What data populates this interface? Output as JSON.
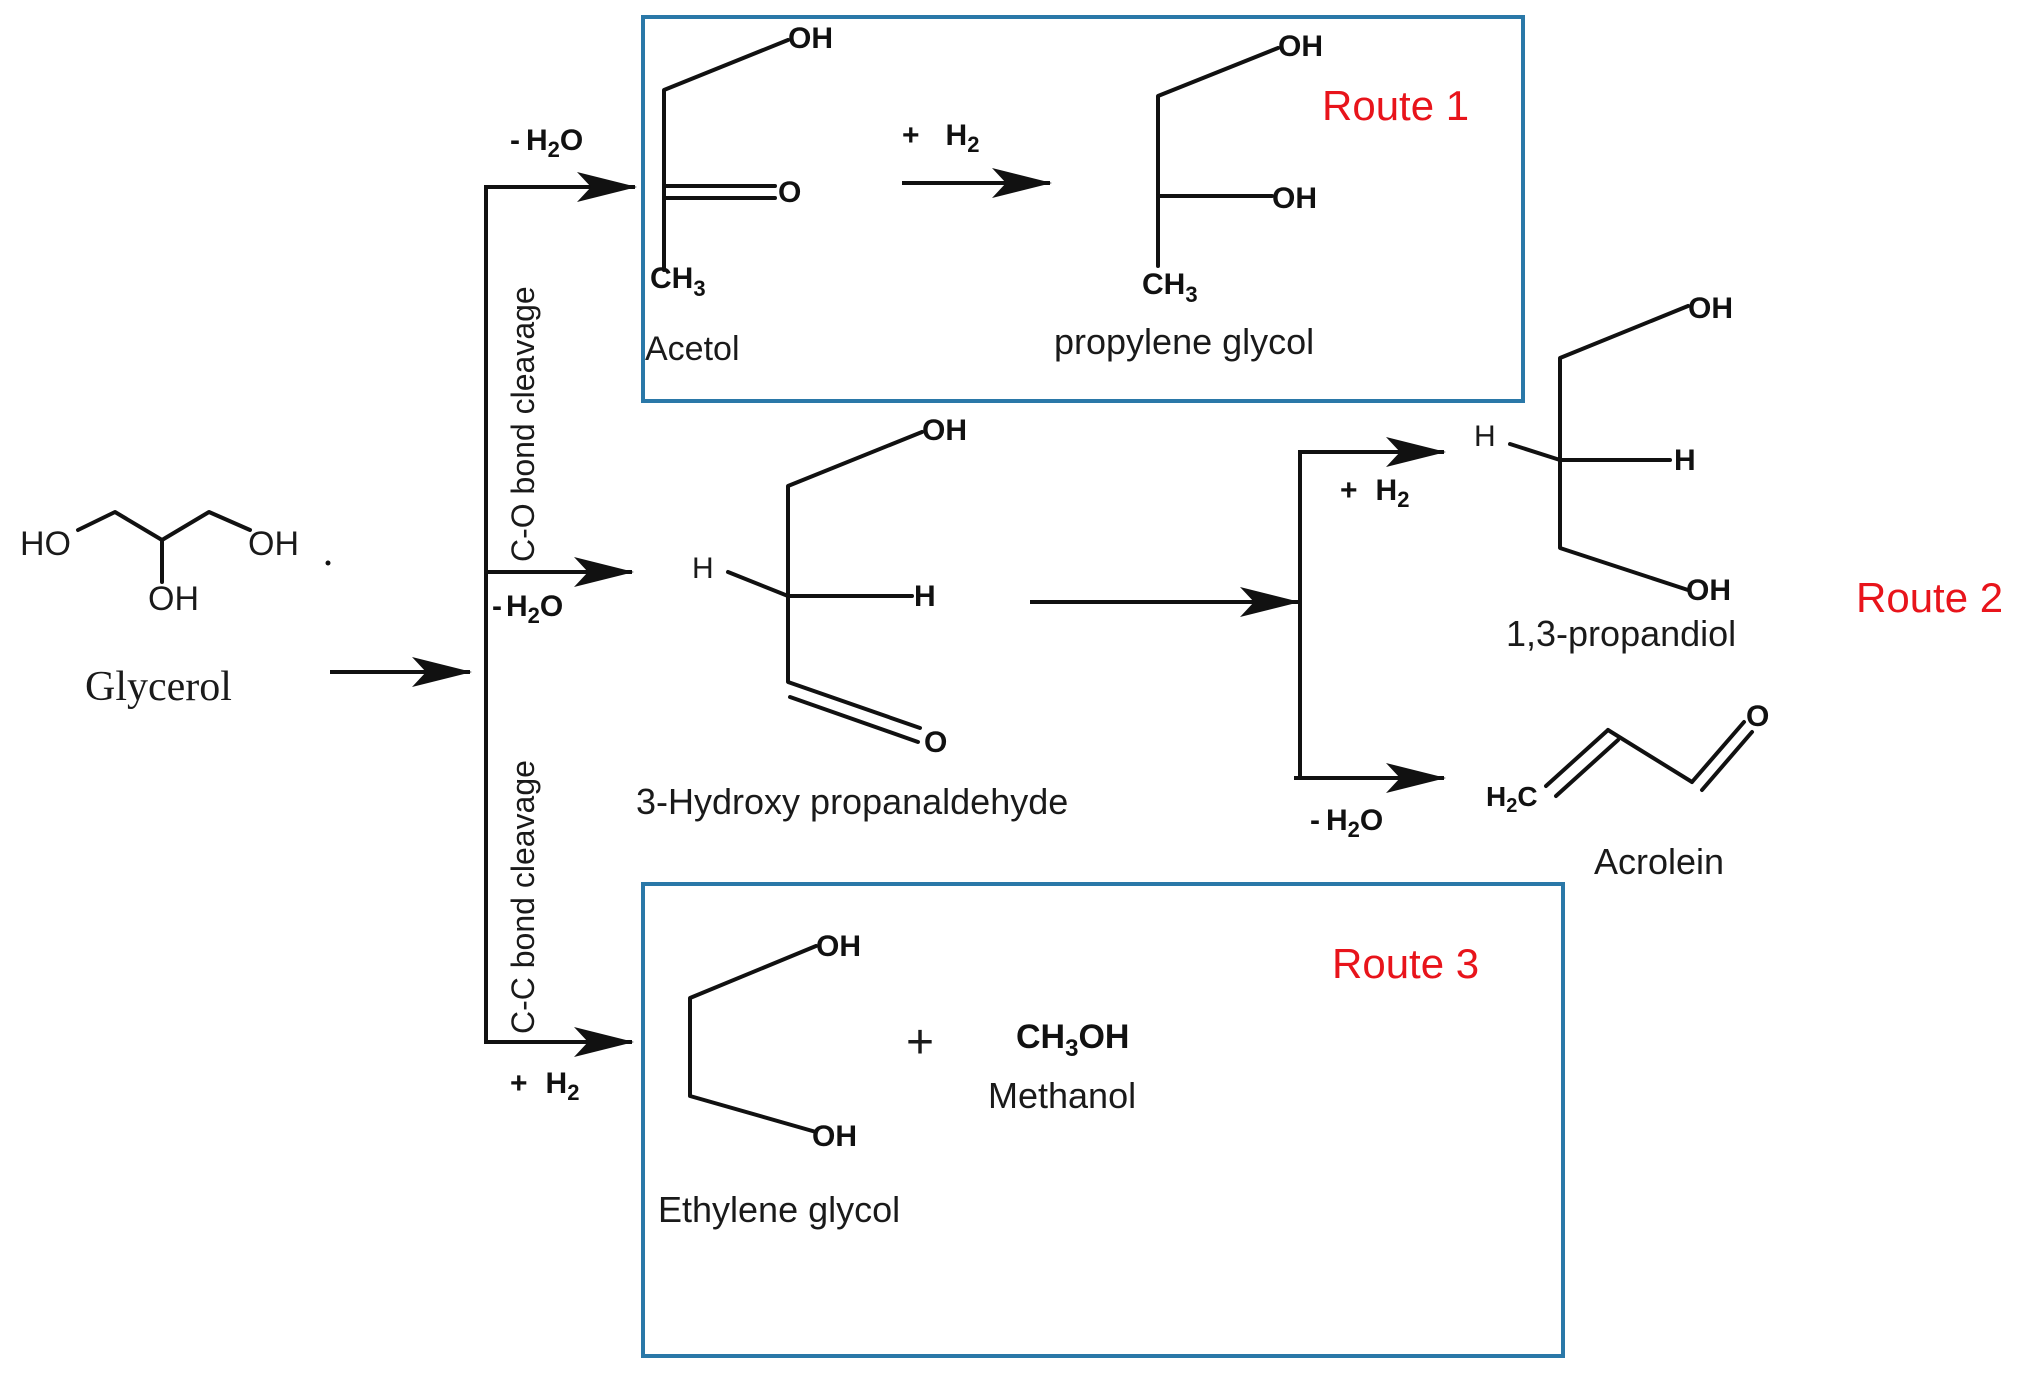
{
  "compounds": {
    "glycerol": {
      "name": "Glycerol",
      "ho_left": "HO",
      "oh_right": "OH",
      "oh_bottom": "OH"
    },
    "acetol": {
      "name": "Acetol",
      "oh": "OH",
      "o": "O",
      "ch3": "CH",
      "ch3_sub": "3"
    },
    "propylene_glycol": {
      "name": "propylene glycol",
      "oh_top": "OH",
      "oh_mid": "OH",
      "ch3": "CH",
      "ch3_sub": "3"
    },
    "hpa": {
      "name": "3-Hydroxy propanaldehyde",
      "oh": "OH",
      "h_left": "H",
      "h_right": "H",
      "o": "O"
    },
    "propandiol": {
      "name": "1,3-propandiol",
      "oh_top": "OH",
      "h_left": "H",
      "h_right": "H",
      "oh_bottom": "OH"
    },
    "acrolein": {
      "name": "Acrolein",
      "h2c": "H",
      "h2c_sub": "2",
      "h2c_c": "C",
      "o": "O"
    },
    "ethylene_glycol": {
      "name": "Ethylene glycol",
      "oh_top": "OH",
      "oh_bottom": "OH"
    },
    "methanol": {
      "name": "Methanol",
      "formula_a": "CH",
      "formula_sub": "3",
      "formula_b": "OH"
    }
  },
  "conditions": {
    "minus_h2o_route1": {
      "prefix": "-",
      "h": "H",
      "sub": "2",
      "o": "O"
    },
    "plus_h2_route1": {
      "prefix": "+",
      "h": "H",
      "sub": "2"
    },
    "minus_h2o_route2": {
      "prefix": "-",
      "h": "H",
      "sub": "2",
      "o": "O"
    },
    "plus_h2_route2": {
      "prefix": "+",
      "h": "H",
      "sub": "2"
    },
    "minus_h2o_acrolein": {
      "prefix": "-",
      "h": "H",
      "sub": "2",
      "o": "O"
    },
    "plus_h2_route3": {
      "prefix": "+",
      "h": "H",
      "sub": "2"
    },
    "plus_sign": "+"
  },
  "bond_labels": {
    "co": "C-O bond cleavage",
    "cc": "C-C bond cleavage"
  },
  "routes": {
    "route1": "Route 1",
    "route2": "Route 2",
    "route3": "Route 3"
  },
  "colors": {
    "route_label": "#e8141b",
    "box_border": "#2a78a8",
    "ink": "#111111"
  }
}
